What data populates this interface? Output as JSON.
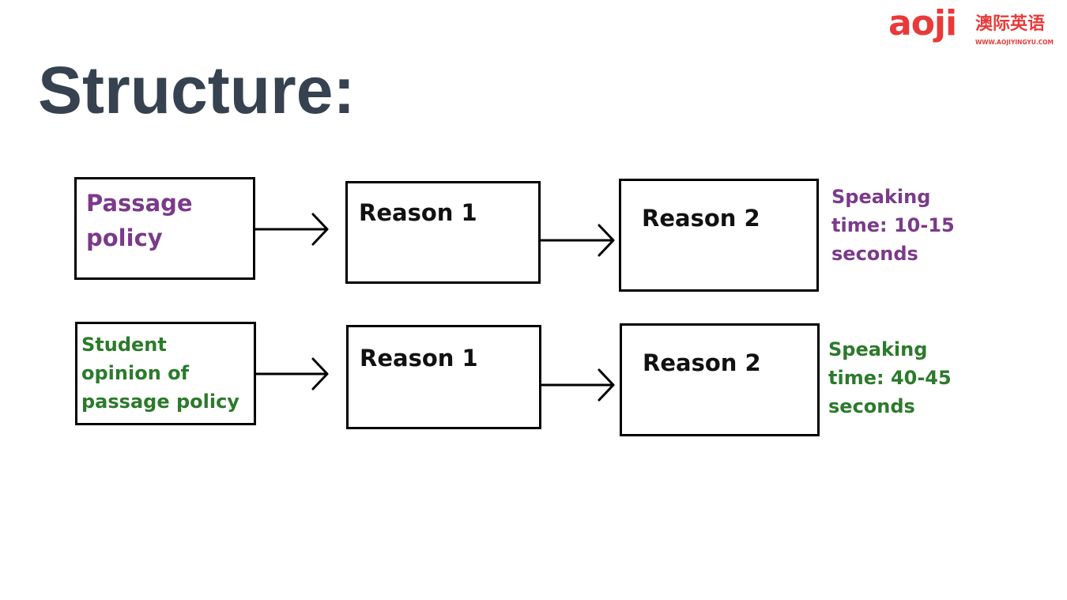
{
  "title": "Structure:",
  "logo": {
    "word": "aoji",
    "chinese": "澳际英语",
    "url": "WWW.AOJIYINGYU.COM"
  },
  "rows": [
    {
      "first": "Passage policy",
      "first_lines": [
        "Passage",
        "policy"
      ],
      "reason1": "Reason 1",
      "reason2": "Reason 2",
      "note_lines": [
        "Speaking",
        "time: 10-15",
        "seconds"
      ],
      "color": "#7b3a8a"
    },
    {
      "first": "Student opinion of passage policy",
      "first_lines": [
        "Student",
        "opinion of",
        "passage policy"
      ],
      "reason1": "Reason 1",
      "reason2": "Reason 2",
      "note_lines": [
        "Speaking",
        "time: 40-45",
        "seconds"
      ],
      "color": "#2c7a2c"
    }
  ],
  "colors": {
    "title": "#364250",
    "brand": "#e83a3a",
    "border": "#000000"
  }
}
